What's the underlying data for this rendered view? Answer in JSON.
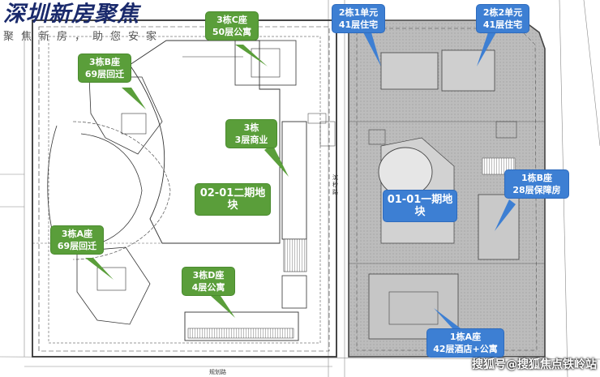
{
  "brand": {
    "title": "深圳新房聚焦",
    "subtitle": "聚焦新房，助您安家"
  },
  "callouts": {
    "b3c": [
      "3栋C座",
      "50层公寓"
    ],
    "b3b": [
      "3栋B座",
      "69层回迁"
    ],
    "b3": [
      "3栋",
      "3层商业"
    ],
    "plot2": "02-01二期地块",
    "b3a": [
      "3栋A座",
      "69层回迁"
    ],
    "b3d": [
      "3栋D座",
      "4层公寓"
    ],
    "b2u1": [
      "2栋1单元",
      "41层住宅"
    ],
    "b2u2": [
      "2栋2单元",
      "41层住宅"
    ],
    "b1b": [
      "1栋B座",
      "28层保障房"
    ],
    "plot1": "01-01一期地块",
    "b1a": [
      "1栋A座",
      "42层酒店+公寓"
    ]
  },
  "roads": {
    "bottom": "规划路",
    "middle": "滨 秒 路"
  },
  "watermark": "搜狐号@搜狐焦点铁岭站",
  "colors": {
    "green": "#5a9e3a",
    "blue": "#3d7fd3",
    "plot_gray": "#b4b4b4",
    "brand": "#1a2a6c"
  }
}
